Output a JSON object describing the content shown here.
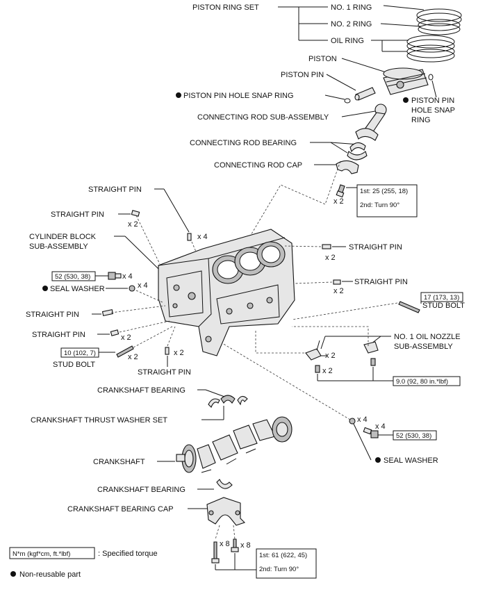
{
  "labels": {
    "piston_ring_set": "PISTON RING SET",
    "no1_ring": "NO. 1 RING",
    "no2_ring": "NO. 2 RING",
    "oil_ring": "OIL RING",
    "piston": "PISTON",
    "piston_pin": "PISTON PIN",
    "snap_ring_left": "PISTON PIN HOLE SNAP RING",
    "snap_ring_right_1": "PISTON PIN",
    "snap_ring_right_2": "HOLE SNAP",
    "snap_ring_right_3": "RING",
    "conrod_sub": "CONNECTING ROD SUB-ASSEMBLY",
    "conrod_bearing": "CONNECTING ROD BEARING",
    "conrod_cap": "CONNECTING ROD CAP",
    "straight_pin": "STRAIGHT PIN",
    "cyl_block_1": "CYLINDER BLOCK",
    "cyl_block_2": "SUB-ASSEMBLY",
    "seal_washer": "SEAL WASHER",
    "stud_bolt": "STUD BOLT",
    "oil_nozzle_1": "NO. 1 OIL NOZZLE",
    "oil_nozzle_2": "SUB-ASSEMBLY",
    "crank_bearing": "CRANKSHAFT BEARING",
    "thrust_washer": "CRANKSHAFT THRUST WASHER SET",
    "crankshaft": "CRANKSHAFT",
    "crank_bearing_cap": "CRANKSHAFT BEARING CAP"
  },
  "quantities": {
    "x2": "x 2",
    "x4": "x 4",
    "x8": "x 8"
  },
  "torques": {
    "conrod_1st": "1st: 25 (255, 18)",
    "conrod_2nd": "2nd: Turn 90°",
    "t52": "52 (530, 38)",
    "t17": "17 (173, 13)",
    "t10": "10 (102, 7)",
    "t9": "9.0 (92, 80 in.*lbf)",
    "cap_1st": "1st: 61 (622, 45)",
    "cap_2nd": "2nd: Turn 90°"
  },
  "legend": {
    "unit_box": "N*m (kgf*cm, ft.*lbf)",
    "specified": ": Specified torque",
    "nonreusable": "Non-reusable part"
  }
}
